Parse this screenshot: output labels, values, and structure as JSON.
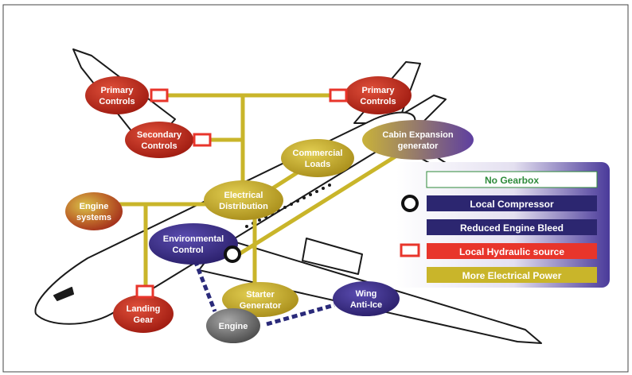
{
  "colors": {
    "electrical_bus": "#c9b52a",
    "hydraulic_marker": "#e8352b",
    "bleed_link": "#2a2a7a",
    "red_node": "#c0271c",
    "yellow_node": "#c8b030",
    "purple_node": "#3d2f8a",
    "gray_node": "#6e6e6e"
  },
  "nodes": {
    "primary_controls_left": {
      "l1": "Primary",
      "l2": "Controls"
    },
    "primary_controls_right": {
      "l1": "Primary",
      "l2": "Controls"
    },
    "secondary_controls": {
      "l1": "Secondary",
      "l2": "Controls"
    },
    "cabin_expansion_generator": {
      "l1": "Cabin Expansion",
      "l2": "generator"
    },
    "commercial_loads": {
      "l1": "Commercial",
      "l2": "Loads"
    },
    "electrical_distribution": {
      "l1": "Electrical",
      "l2": "Distribution"
    },
    "engine_systems": {
      "l1": "Engine",
      "l2": "systems"
    },
    "environmental_control": {
      "l1": "Environmental",
      "l2": "Control"
    },
    "starter_generator": {
      "l1": "Starter",
      "l2": "Generator"
    },
    "wing_anti_ice": {
      "l1": "Wing",
      "l2": "Anti-Ice"
    },
    "landing_gear": {
      "l1": "Landing",
      "l2": "Gear"
    },
    "engine": {
      "l1": "Engine"
    }
  },
  "legend": {
    "no_gearbox": "No Gearbox",
    "local_compressor": "Local Compressor",
    "reduced_engine_bleed": "Reduced Engine Bleed",
    "local_hydraulic_source": "Local Hydraulic source",
    "more_electrical_power": "More Electrical Power"
  },
  "icons": {
    "compressor_marker": "circle-icon",
    "hydraulic_marker": "square-icon"
  }
}
